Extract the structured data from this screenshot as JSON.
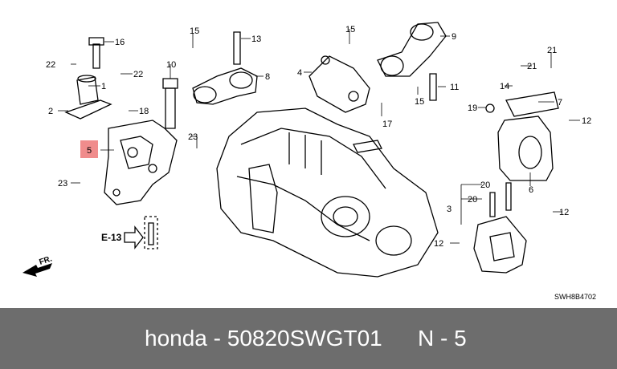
{
  "callouts": [
    "16",
    "22",
    "1",
    "22",
    "2",
    "18",
    "5",
    "23",
    "23",
    "10",
    "15",
    "13",
    "8",
    "4",
    "15",
    "17",
    "15",
    "9",
    "11",
    "21",
    "21",
    "14",
    "19",
    "7",
    "12",
    "20",
    "20",
    "3",
    "12",
    "12",
    "6"
  ],
  "ref_label": "E-13",
  "front_label": "FR.",
  "drawing_code": "SWH8B4702",
  "footer": {
    "part_text": "honda - 50820SWGT01",
    "ref_text": "N - 5"
  },
  "colors": {
    "highlight": "#f08c8c",
    "footer_bg": "#6d6d6d"
  }
}
